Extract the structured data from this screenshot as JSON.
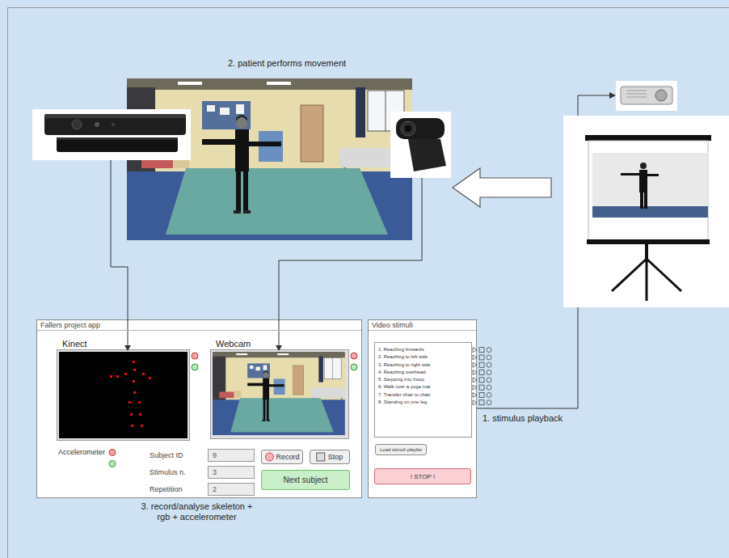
{
  "diagram": {
    "nodes": [
      {
        "text": [
          "Fallers project app",
          "Accelerometer"
        ]
      },
      {
        "text": [
          "Kinect"
        ],
        "in": 0
      },
      {
        "text": [
          "Webcam"
        ],
        "in": 0
      },
      {
        "text": [
          "Subject ID",
          "9"
        ],
        "in": 0
      },
      {
        "text": [
          "Stimulus n.",
          "3"
        ],
        "in": 0
      },
      {
        "text": [
          "Repetition",
          "2"
        ],
        "in": 0
      },
      {
        "text": [
          "Record"
        ],
        "in": 0
      },
      {
        "text": [
          "Stop"
        ],
        "in": 0
      },
      {
        "text": [
          "Next subject"
        ],
        "in": 0
      },
      {
        "text": [
          "Video stimuli"
        ]
      },
      {
        "text": [
          "1. Reaching forwards",
          "2. Reaching to left side",
          "3. Reaching to right side",
          "4. Reaching overhead",
          "5. Stepping into hoop",
          "6. Walk over a yoga mat",
          "7. Transfer chair to chair",
          "8. Standing on one leg"
        ],
        "in": 9
      },
      {
        "text": [
          "Load stimuli playlist"
        ],
        "in": 9
      },
      {
        "text": [
          "! STOP !"
        ],
        "in": 9
      }
    ],
    "labels": [
      "2. patient performs movement",
      "1. stimulus playback",
      "3. record/analyse skeleton + rgb + accelerometer"
    ]
  }
}
